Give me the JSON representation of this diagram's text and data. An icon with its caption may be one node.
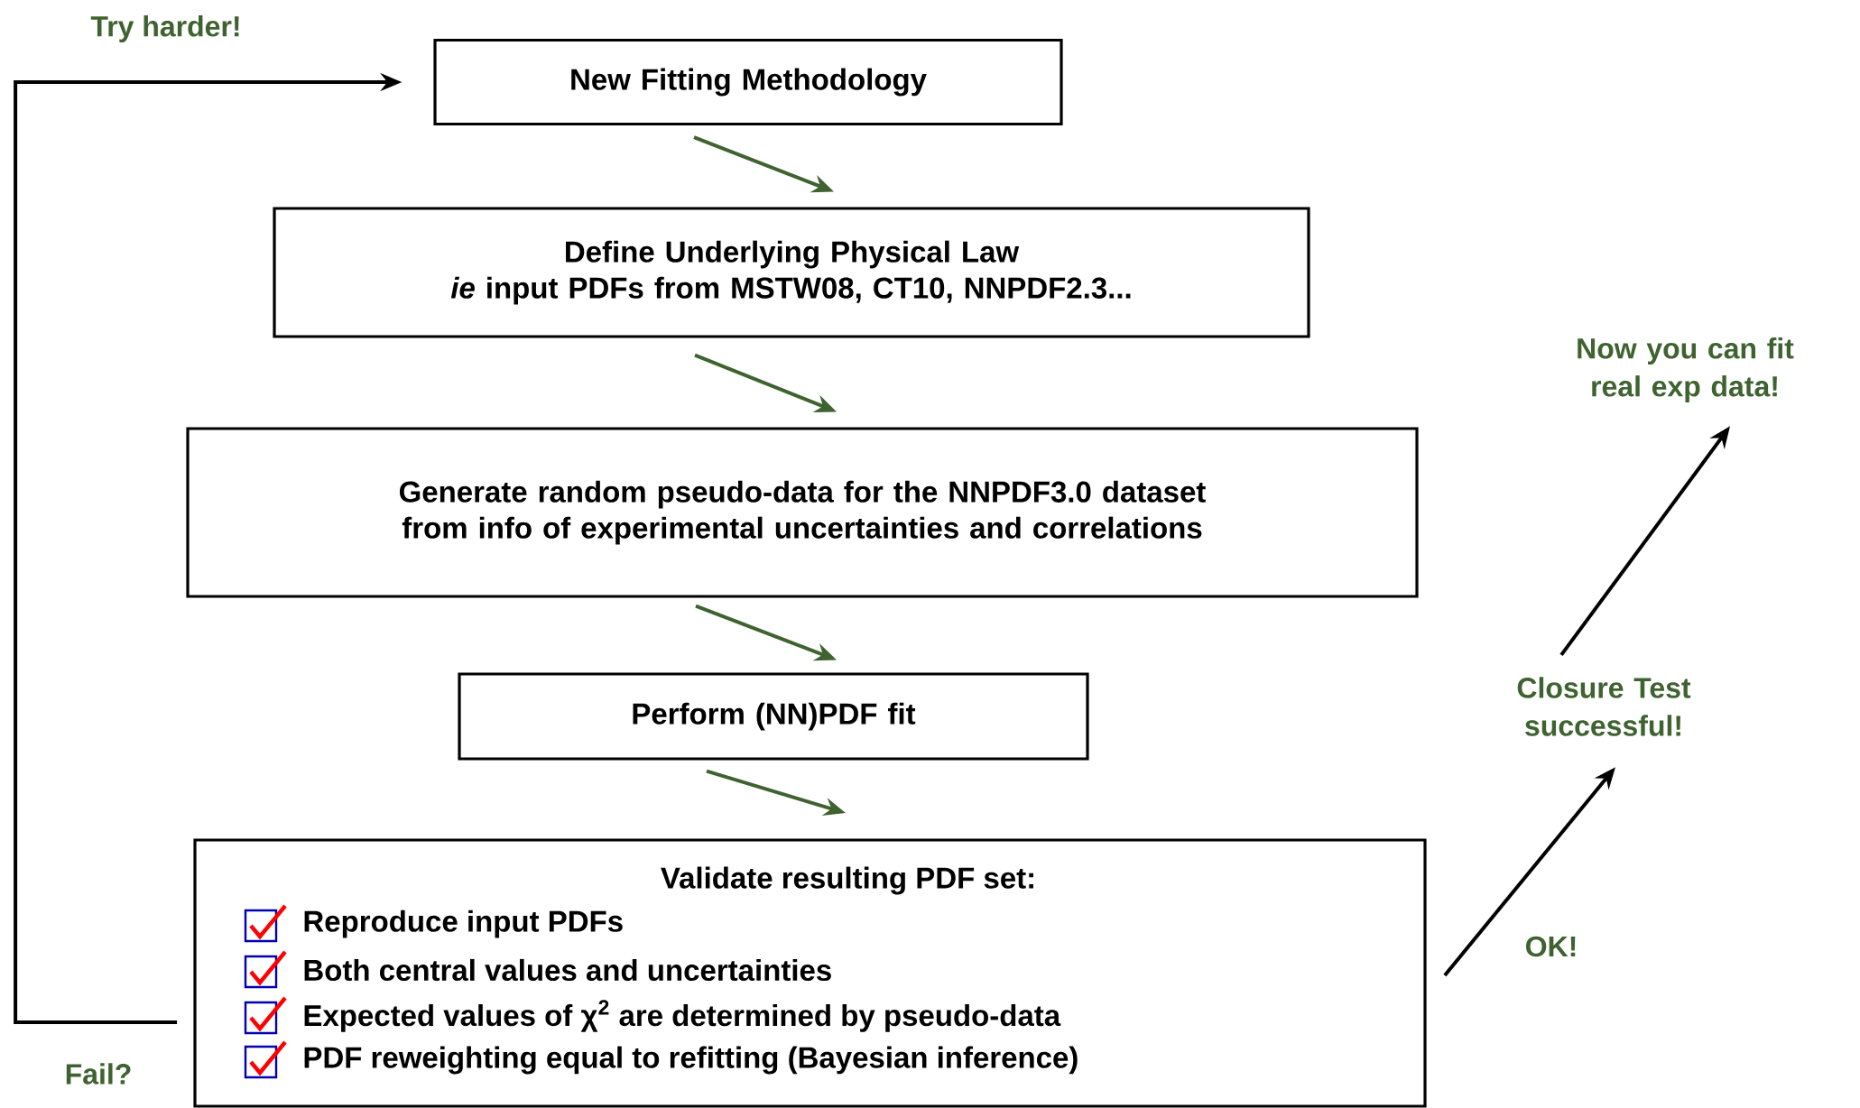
{
  "diagram": {
    "nodes": [
      {
        "text": [
          "New Fitting Methodology"
        ]
      },
      {
        "text": [
          "Define Underlying Physical Law",
          "*ie* input PDFs from MSTW08, CT10, NNPDF2.3..."
        ]
      },
      {
        "text": [
          "Generate random pseudo-data for the NNPDF3.0 dataset from info of experimental uncertainties and correlations"
        ]
      },
      {
        "text": [
          "Perform (NN)PDF fit"
        ]
      },
      {
        "text": [
          "Validate resulting PDF set:",
          "Reproduce input PDFs",
          "Both central values and uncertainties",
          "Expected values of χ$^{2}$ are determined by pseudo-data",
          "PDF reweighting equal to refitting (Bayesian inference)"
        ]
      },
      {
        "text": [
          "Closure Test successful!"
        ]
      },
      {
        "text": [
          "Now you can fit real exp data!"
        ]
      }
    ],
    "edges": [
      {
        "from": 0,
        "to": 1,
        "arrow": "to"
      },
      {
        "from": 1,
        "to": 2,
        "arrow": "to"
      },
      {
        "from": 2,
        "to": 3,
        "arrow": "to"
      },
      {
        "from": 3,
        "to": 4,
        "arrow": "to"
      },
      {
        "from": 4,
        "to": 5,
        "arrow": "to",
        "label": "OK!",
        "color": "#000000"
      },
      {
        "from": 5,
        "to": 6,
        "arrow": "to",
        "color": "#000000"
      },
      {
        "from": 4,
        "to": 0,
        "arrow": "to",
        "label": "Try harder!",
        "color": "#000000"
      }
    ],
    "labels": [
      "Fail?"
    ]
  }
}
